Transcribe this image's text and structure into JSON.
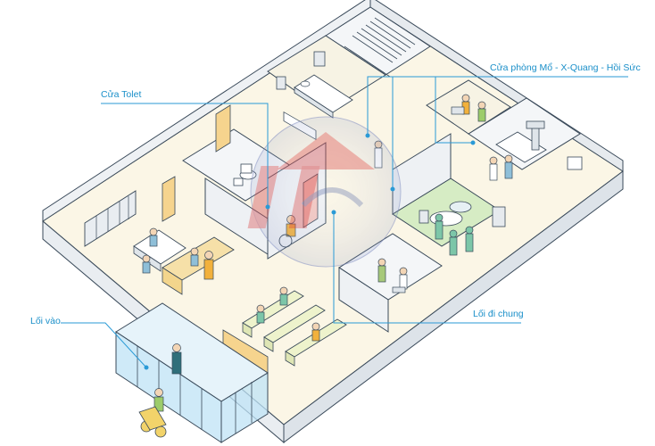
{
  "labels": {
    "toilet_door": "Cửa Tolet",
    "or_door": "Cửa phòng Mổ - X-Quang - Hồi Sức",
    "entrance": "Lối vào",
    "corridor": "Lối đi chung"
  },
  "colors": {
    "label_text": "#1a8fc9",
    "leader_line": "#2a9ad6",
    "wall_line": "#3a4a5a",
    "wall_face": "#f4f6f8",
    "floor": "#fbf6e6",
    "or_floor": "#d6ecc4",
    "glass": "#bfe3f5",
    "bench": "#eef3cc",
    "door": "#f6d48e",
    "watermark_red": "#d84a4a",
    "watermark_blue": "#6f7fb0"
  },
  "icons": {
    "watermark": "hospital-logo-watermark"
  }
}
